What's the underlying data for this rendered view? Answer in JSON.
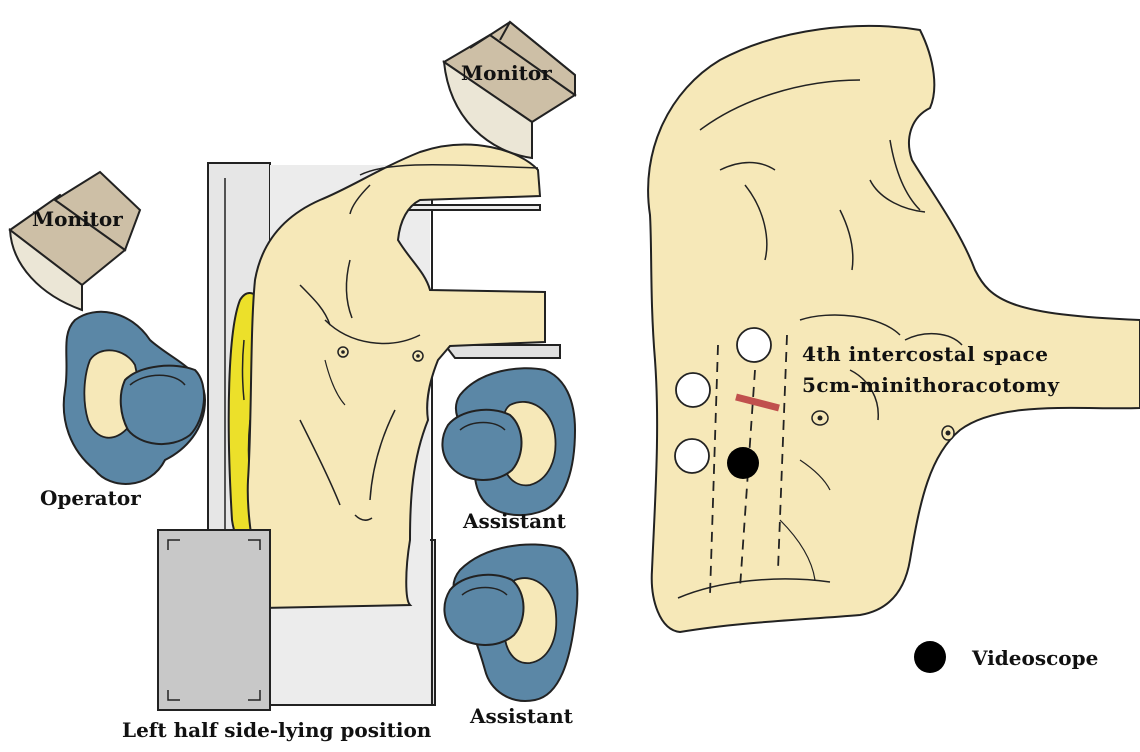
{
  "labels": {
    "monitor_top": "Monitor",
    "monitor_left": "Monitor",
    "operator": "Operator",
    "assistant_1": "Assistant",
    "assistant_2": "Assistant",
    "position": "Left half side-lying position",
    "incision_line1": "4th intercostal space",
    "incision_line2": "5cm-minithoracotomy",
    "videoscope": "Videoscope"
  },
  "colors": {
    "skin": "#f6e8b8",
    "drape_blue": "#5b87a6",
    "monitor": "#cdbfa6",
    "table_gray": "#e3e3e3",
    "pad_yellow": "#ece02a",
    "incision_red": "#c0504d",
    "outline": "#222222"
  }
}
